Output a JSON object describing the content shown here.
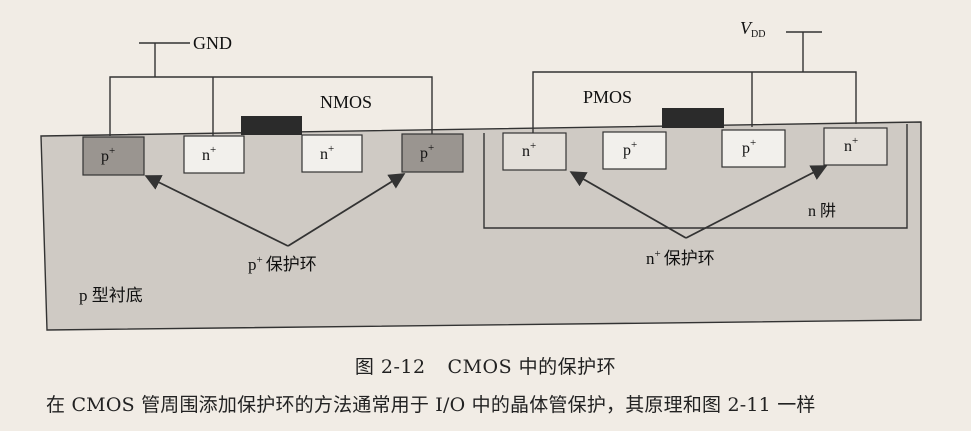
{
  "diagram": {
    "labels": {
      "gnd": "GND",
      "vdd_main": "V",
      "vdd_sub": "DD",
      "nmos": "NMOS",
      "pmos": "PMOS",
      "p_plus": "p",
      "n_plus": "n",
      "plus": "+",
      "n_well": "n 阱",
      "p_guard_base": "p",
      "p_guard_rest": "保护环",
      "n_guard_base": "n",
      "n_guard_rest": "保护环",
      "substrate": "p 型衬底"
    },
    "colors": {
      "substrate": "#cfcac4",
      "p_plus_region": "#9a9590",
      "n_plus_region": "#f2f0ec",
      "gate": "#2b2b2b",
      "line": "#333333"
    }
  },
  "caption": {
    "number": "图 2-12",
    "title": "CMOS 中的保护环"
  },
  "body_text": "在 CMOS 管周围添加保护环的方法通常用于 I/O 中的晶体管保护，其原理和图 2-11 一样"
}
